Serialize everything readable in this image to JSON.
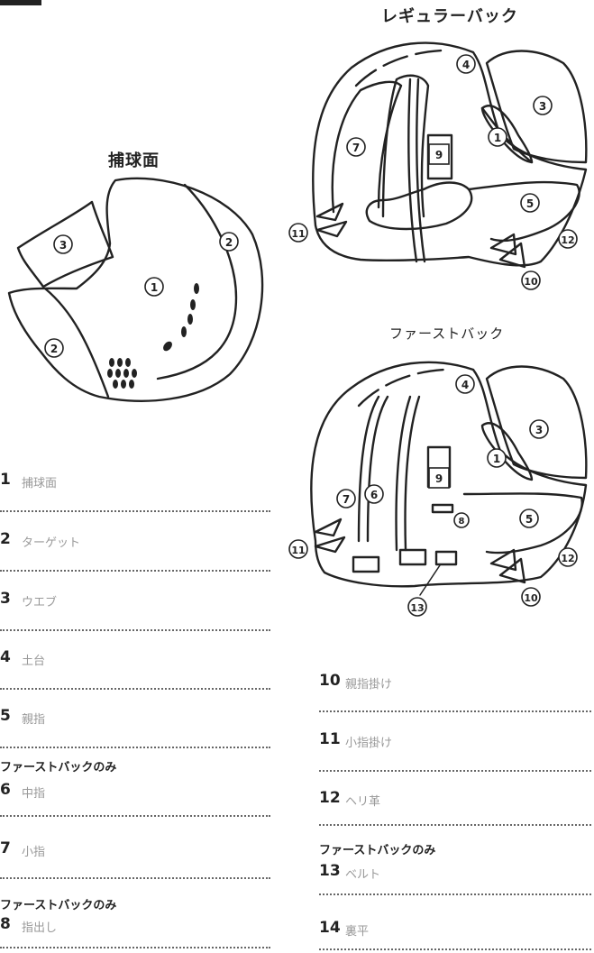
{
  "titles": {
    "regular_back": "レギュラーバック",
    "first_back": "ファーストバック",
    "catching_face": "捕球面"
  },
  "markers": {
    "m1": "1",
    "m2": "2",
    "m3": "3",
    "m4": "4",
    "m5": "5",
    "m6": "6",
    "m7": "7",
    "m8": "8",
    "m9": "9",
    "m10": "10",
    "m11": "11",
    "m12": "12",
    "m13": "13"
  },
  "first_back_only_note": "ファーストバックのみ",
  "parts": [
    {
      "num": "1",
      "label": "捕球面"
    },
    {
      "num": "2",
      "label": "ターゲット"
    },
    {
      "num": "3",
      "label": "ウエブ"
    },
    {
      "num": "4",
      "label": "土台"
    },
    {
      "num": "5",
      "label": "親指"
    },
    {
      "num": "6",
      "label": "中指"
    },
    {
      "num": "7",
      "label": "小指"
    },
    {
      "num": "8",
      "label": "指出し"
    },
    {
      "num": "10",
      "label": "親指掛け"
    },
    {
      "num": "11",
      "label": "小指掛け"
    },
    {
      "num": "12",
      "label": "ヘリ革"
    },
    {
      "num": "13",
      "label": "ベルト"
    },
    {
      "num": "14",
      "label": "裏平"
    }
  ]
}
